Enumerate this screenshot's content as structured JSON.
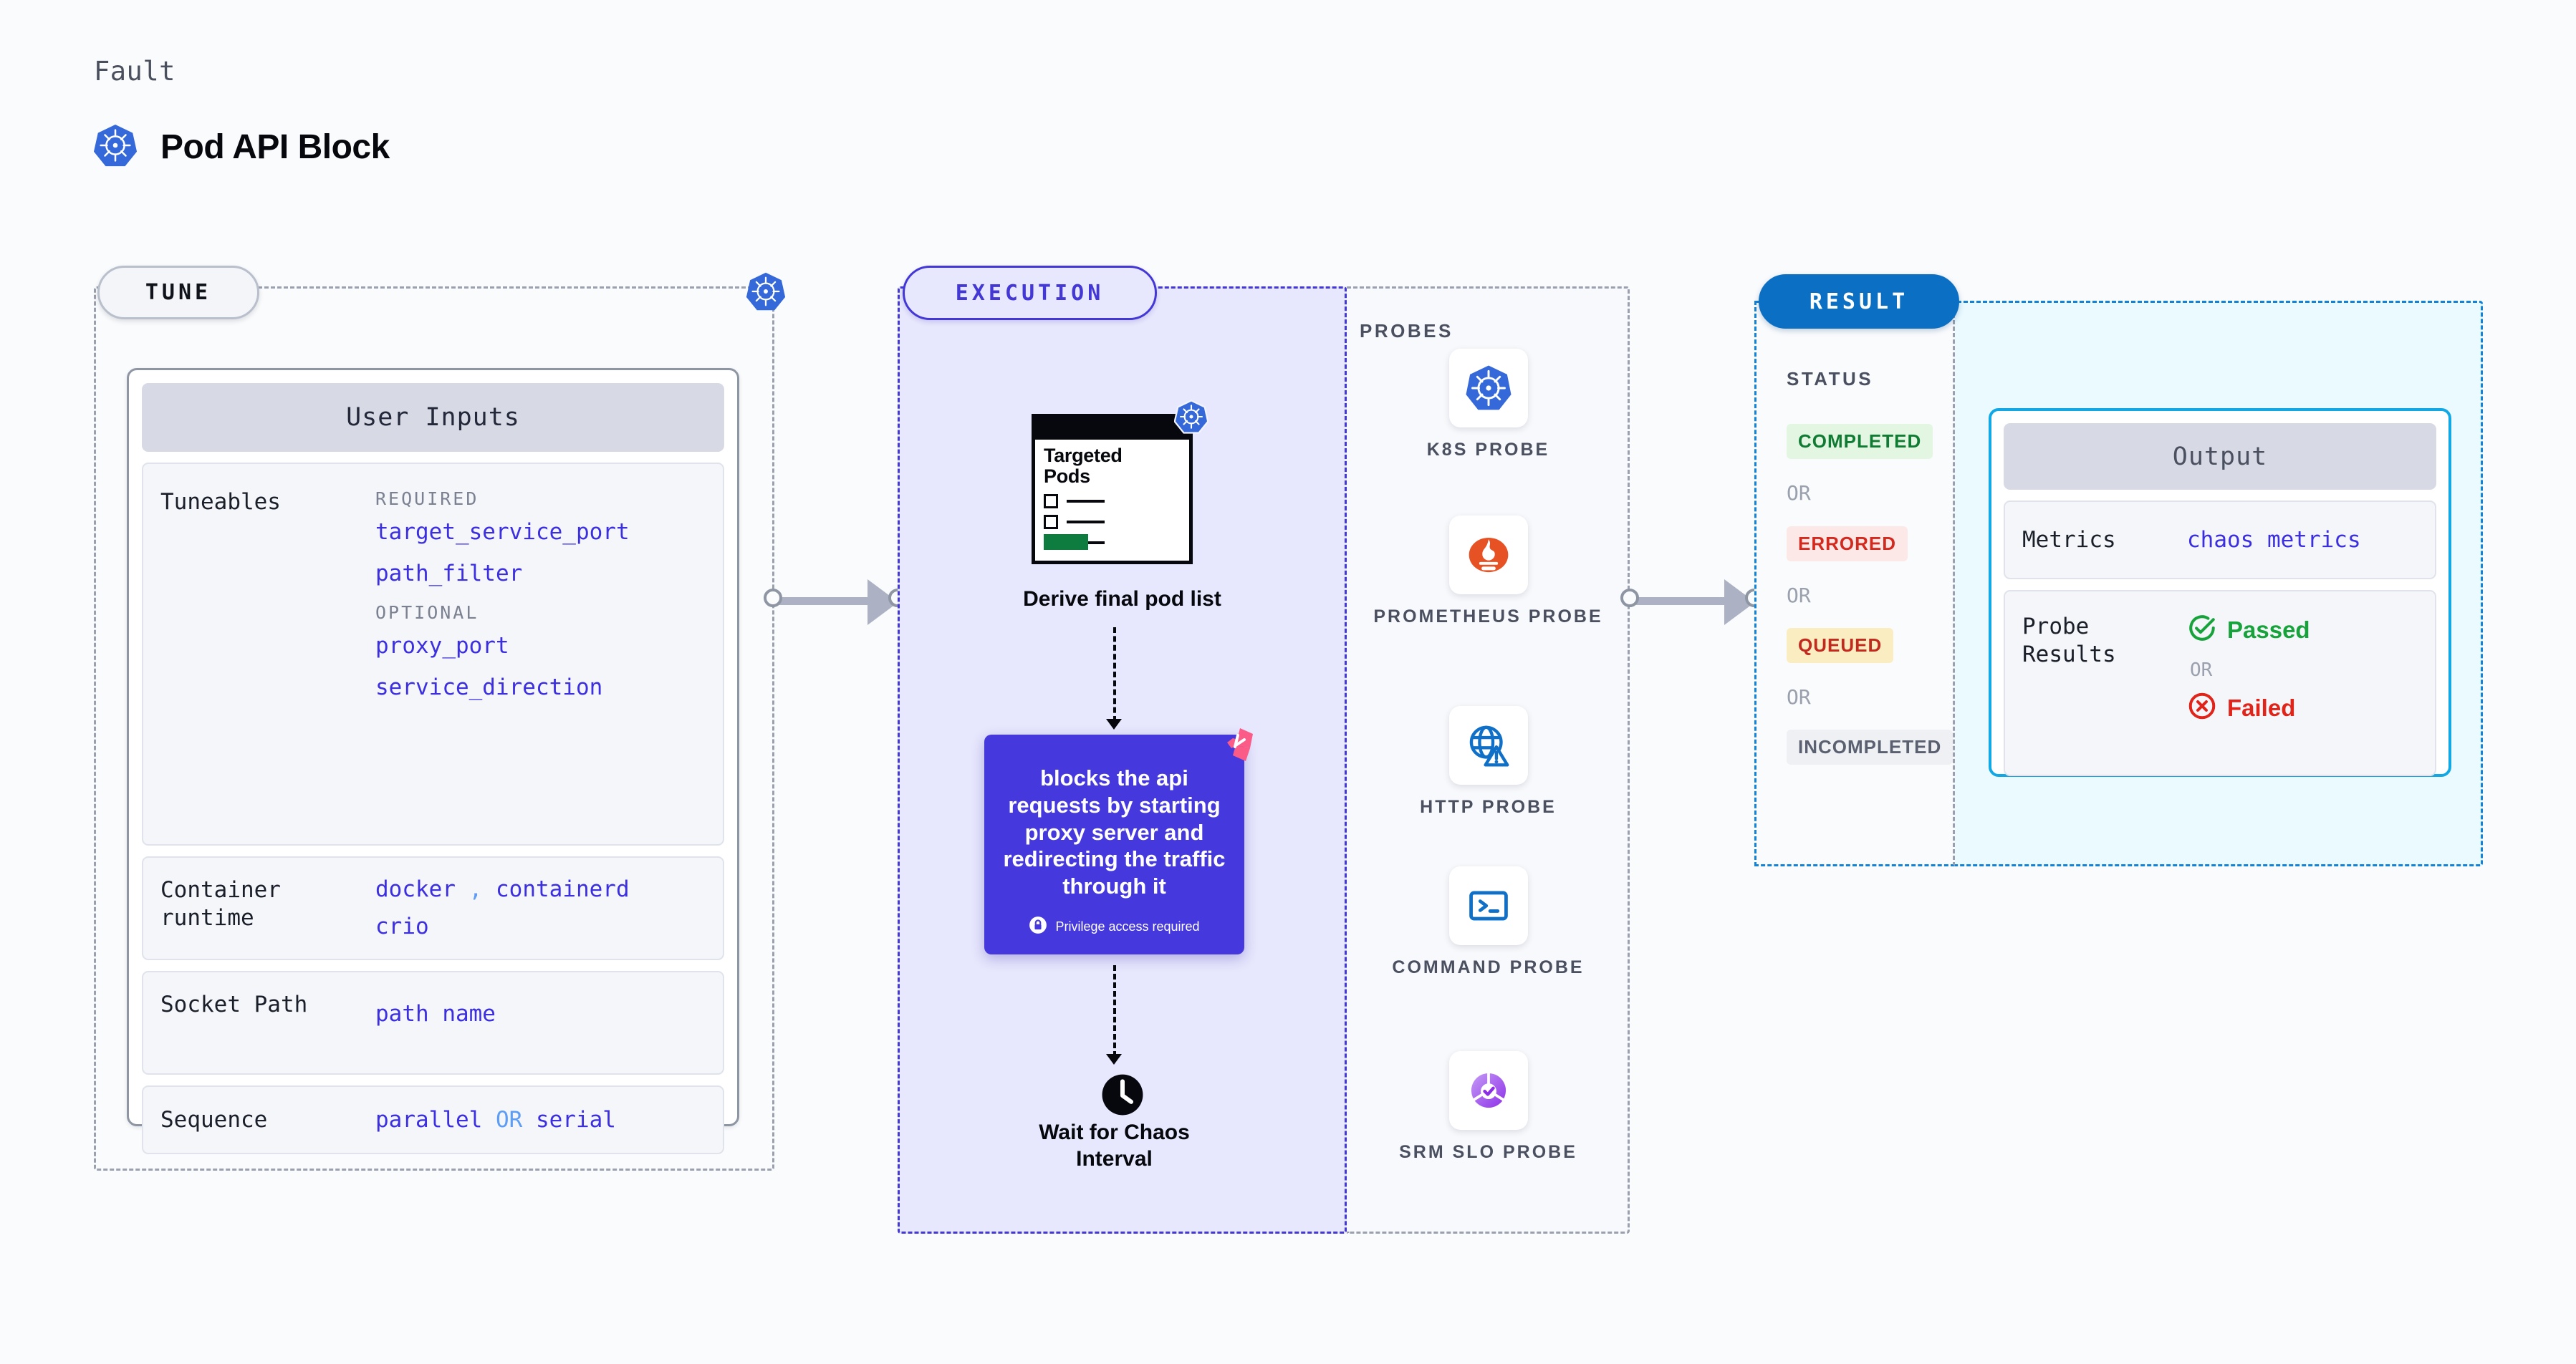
{
  "header": {
    "kicker": "Fault",
    "title": "Pod API Block",
    "icon": "kubernetes-icon"
  },
  "tune": {
    "tag": "TUNE",
    "badge_icon": "kubernetes-icon",
    "card_title": "User Inputs",
    "tuneables": {
      "label": "Tuneables",
      "required_label": "REQUIRED",
      "required": [
        "target_service_port",
        "path_filter"
      ],
      "optional_label": "OPTIONAL",
      "optional": [
        "proxy_port",
        "service_direction"
      ]
    },
    "rows": [
      {
        "label": "Container\nruntime",
        "values": [
          "docker",
          ",",
          "containerd",
          "crio"
        ]
      },
      {
        "label": "Socket Path",
        "values": [
          "path name"
        ]
      },
      {
        "label": "Sequence",
        "values": [
          "parallel",
          "OR",
          "serial"
        ]
      }
    ],
    "container_runtime": {
      "label_line1": "Container",
      "label_line2": "runtime",
      "v1": "docker",
      "sep": ",",
      "v2": "containerd",
      "v3": "crio"
    },
    "socket_path": {
      "label": "Socket Path",
      "value": "path name"
    },
    "sequence": {
      "label": "Sequence",
      "v1": "parallel",
      "op": "OR",
      "v2": "serial"
    }
  },
  "execution": {
    "tag": "EXECUTION",
    "pod_card": {
      "title_line1": "Targeted",
      "title_line2": "Pods",
      "badge_icon": "kubernetes-icon"
    },
    "derive_label": "Derive final pod list",
    "action": {
      "text": "blocks the api requests by starting proxy server and redirecting the traffic through it",
      "privilege_note": "Privilege access required",
      "privilege_icon": "lock-icon",
      "brand_icon": "harness-logo-icon",
      "color": "#4539DD"
    },
    "wait": {
      "icon": "clock-icon",
      "label_line1": "Wait for Chaos",
      "label_line2": "Interval"
    }
  },
  "probes": {
    "title": "PROBES",
    "items": [
      {
        "name": "K8S PROBE",
        "icon": "kubernetes-icon"
      },
      {
        "name": "PROMETHEUS PROBE",
        "icon": "prometheus-icon"
      },
      {
        "name": "HTTP PROBE",
        "icon": "globe-warning-icon"
      },
      {
        "name": "COMMAND PROBE",
        "icon": "terminal-icon"
      },
      {
        "name": "SRM SLO PROBE",
        "icon": "slo-donut-icon"
      }
    ]
  },
  "result": {
    "tag": "RESULT",
    "status_title": "STATUS",
    "or_label": "OR",
    "statuses": [
      {
        "label": "COMPLETED",
        "color": "#107C33",
        "bg": "#E2F6E2"
      },
      {
        "label": "ERRORED",
        "color": "#D32A20",
        "bg": "#FCE8E6"
      },
      {
        "label": "QUEUED",
        "color": "#C32A1E",
        "bg": "#FBEDC2"
      },
      {
        "label": "INCOMPLETED",
        "color": "#5A6070",
        "bg": "#EEF0F4"
      }
    ],
    "output": {
      "title": "Output",
      "metrics": {
        "label": "Metrics",
        "value": "chaos metrics"
      },
      "probe_results": {
        "label_line1": "Probe",
        "label_line2": "Results",
        "passed": "Passed",
        "passed_icon": "check-circle-icon",
        "or_label": "OR",
        "failed": "Failed",
        "failed_icon": "x-circle-icon"
      }
    }
  },
  "colors": {
    "accent_blue": "#3B2FE0",
    "kubernetes_blue": "#3569DA",
    "result_blue": "#0B6FC4",
    "output_border": "#12A8E6",
    "execution_fill": "#E7E7FD",
    "output_fill": "#EAFAFF",
    "success_green": "#17A23B",
    "error_red": "#E0241A",
    "harness_pink": "#FB5B87"
  }
}
